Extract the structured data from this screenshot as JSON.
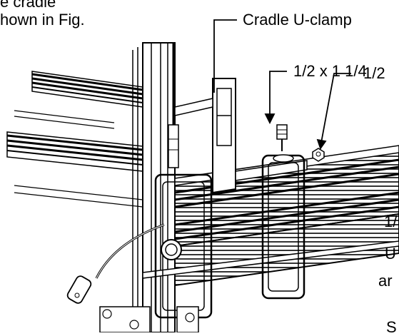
{
  "text_fragments": {
    "top_left_line1": "e cradle",
    "top_left_line2": "hown in Fig.",
    "callout_clamp": "Cradle U-clamp",
    "callout_bolt": "1/2 x 1 1/4",
    "callout_nut": "1/2",
    "right_fragment_1": "1/",
    "right_fragment_2": "U",
    "right_fragment_3": "ar",
    "bottom_fragment": "S"
  },
  "colors": {
    "line": "#000000",
    "background": "#ffffff",
    "shade": "#d9d9d9"
  }
}
